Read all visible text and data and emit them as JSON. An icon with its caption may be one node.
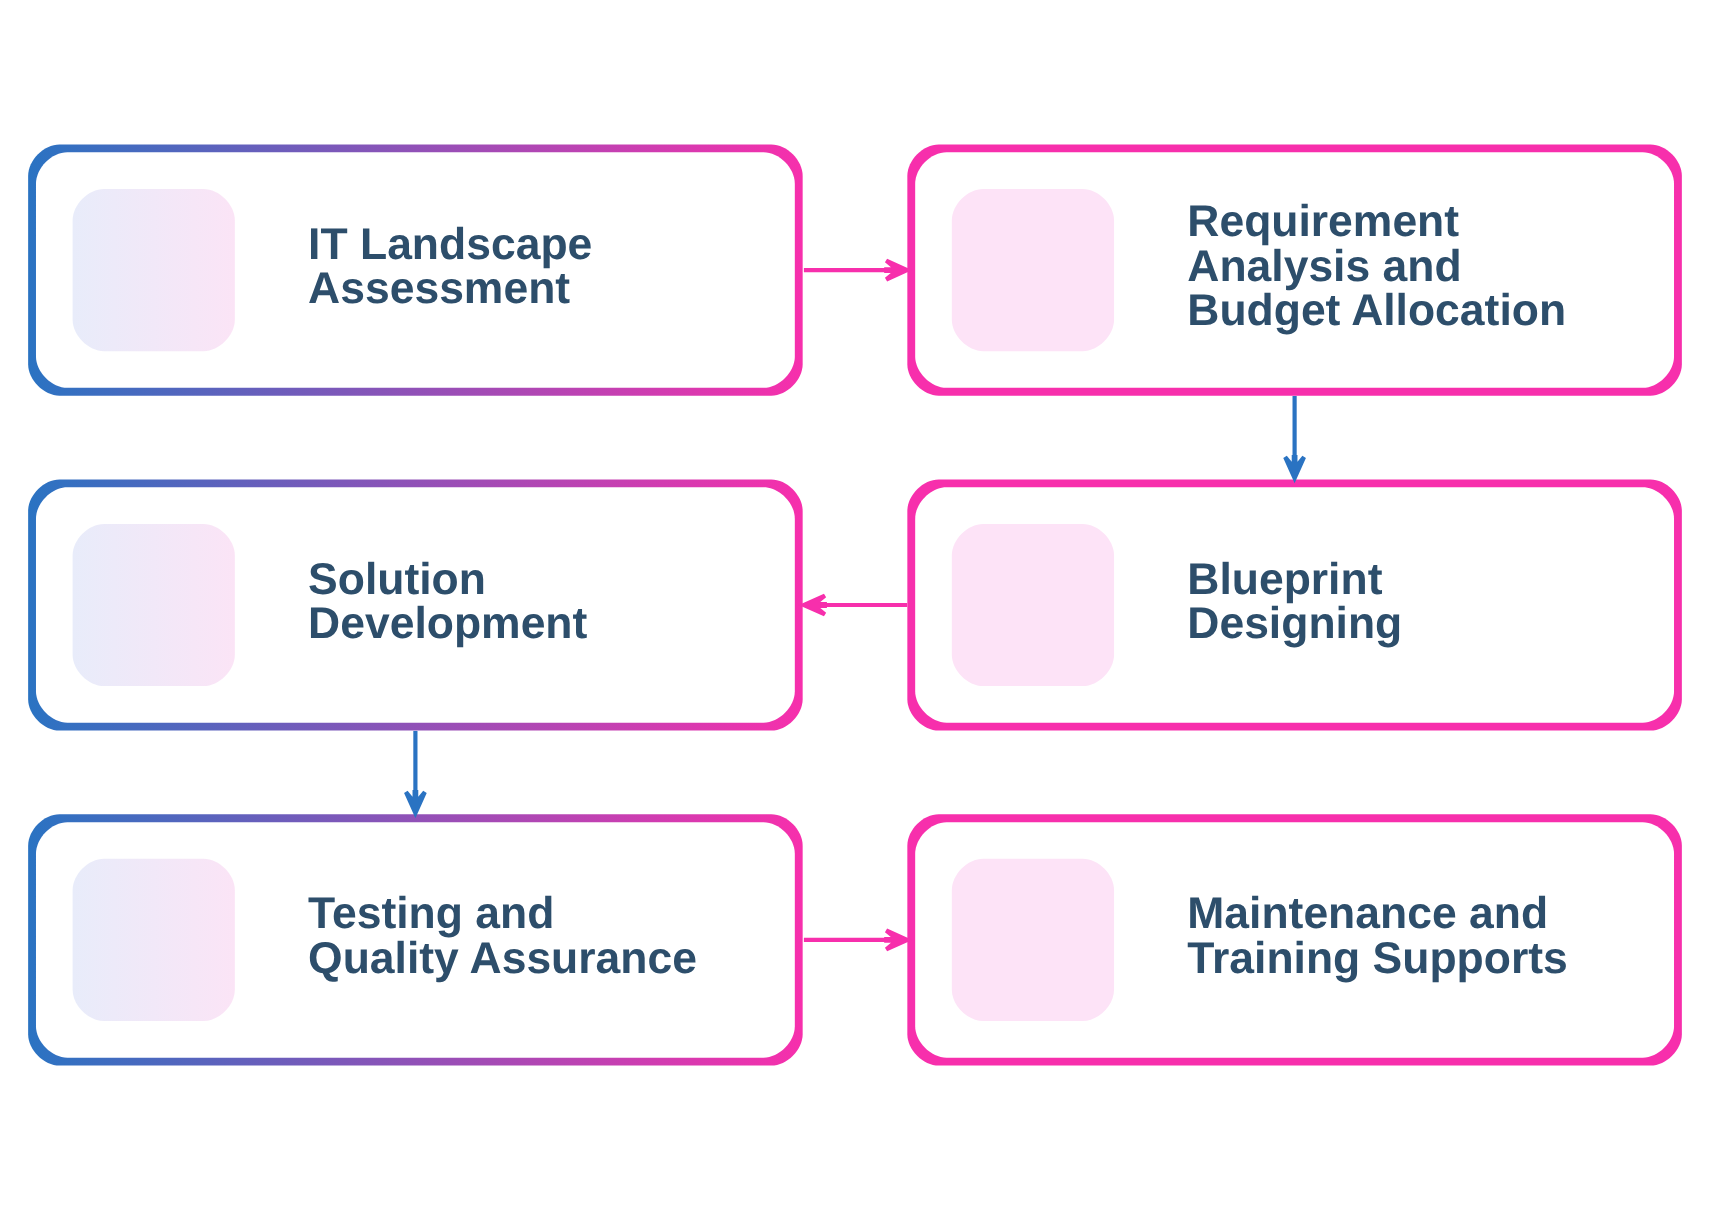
{
  "diagram": {
    "nodes": [
      {
        "text": [
          "IT Landscape Assessment"
        ]
      },
      {
        "text": [
          "Requirement Analysis and Budget Allocation"
        ]
      },
      {
        "text": [
          "Solution Development"
        ]
      },
      {
        "text": [
          "Blueprint Designing"
        ]
      },
      {
        "text": [
          "Testing and Quality Assurance"
        ]
      },
      {
        "text": [
          "Maintenance and Training Supports"
        ]
      }
    ],
    "edges": [
      {
        "from": 0,
        "to": 1,
        "arrow": "to"
      },
      {
        "from": 1,
        "to": 3,
        "arrow": "to",
        "color": "#2a73c2"
      },
      {
        "from": 3,
        "to": 2,
        "arrow": "to"
      },
      {
        "from": 2,
        "to": 4,
        "arrow": "to",
        "color": "#2a73c2"
      },
      {
        "from": 4,
        "to": 5,
        "arrow": "to"
      }
    ]
  }
}
